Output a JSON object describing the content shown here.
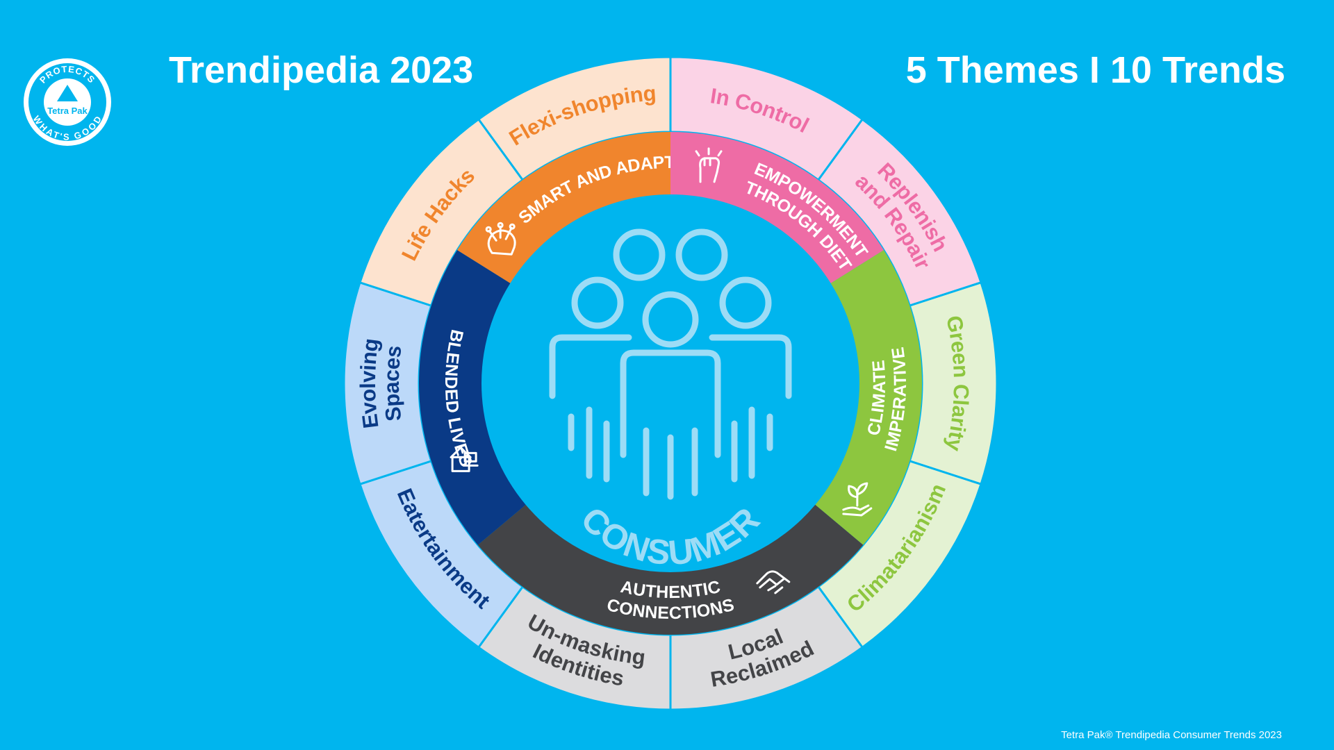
{
  "header": {
    "title": "Trendipedia 2023",
    "subtitle": "5 Themes I 10 Trends"
  },
  "logo": {
    "top_text": "PROTECTS",
    "brand": "Tetra Pak",
    "bottom_text": "WHAT'S GOOD"
  },
  "footer": {
    "text": "Tetra Pak® Trendipedia Consumer Trends 2023"
  },
  "center": {
    "label": "CONSUMER",
    "icon": "people-group-icon"
  },
  "colors": {
    "background": "#00b5ee",
    "smart_adaptive": "#f0852d",
    "empowerment": "#ee6ca5",
    "climate": "#8dc63f",
    "authentic": "#434447",
    "blended": "#0a3a86"
  },
  "themes": [
    {
      "id": "smart",
      "lines": [
        "SMART AND ADAPTIVE"
      ],
      "icon": "head-network-icon"
    },
    {
      "id": "empower",
      "lines": [
        "EMPOWERMENT",
        "THROUGH DIET"
      ],
      "icon": "raised-fist-icon"
    },
    {
      "id": "climate",
      "lines": [
        "CLIMATE",
        "IMPERATIVE"
      ],
      "icon": "hand-plant-icon"
    },
    {
      "id": "authentic",
      "lines": [
        "AUTHENTIC",
        "CONNECTIONS"
      ],
      "icon": "handshake-icon"
    },
    {
      "id": "blended",
      "lines": [
        "BLENDED LIVES"
      ],
      "icon": "home-office-icon"
    }
  ],
  "trends": [
    {
      "id": "flexi",
      "lines": [
        "Flexi-shopping"
      ]
    },
    {
      "id": "incontrol",
      "lines": [
        "In Control"
      ]
    },
    {
      "id": "replenish",
      "lines": [
        "Replenish",
        "and Repair"
      ]
    },
    {
      "id": "green",
      "lines": [
        "Green Clarity"
      ]
    },
    {
      "id": "climatarianism",
      "lines": [
        "Climatarianism"
      ]
    },
    {
      "id": "local",
      "lines": [
        "Local",
        "Reclaimed"
      ]
    },
    {
      "id": "unmasking",
      "lines": [
        "Un-masking",
        "Identities"
      ]
    },
    {
      "id": "entertainment",
      "lines": [
        "Eatertainment"
      ]
    },
    {
      "id": "evolving",
      "lines": [
        "Evolving",
        "Spaces"
      ]
    },
    {
      "id": "lifehacks",
      "lines": [
        "Life Hacks"
      ]
    }
  ]
}
